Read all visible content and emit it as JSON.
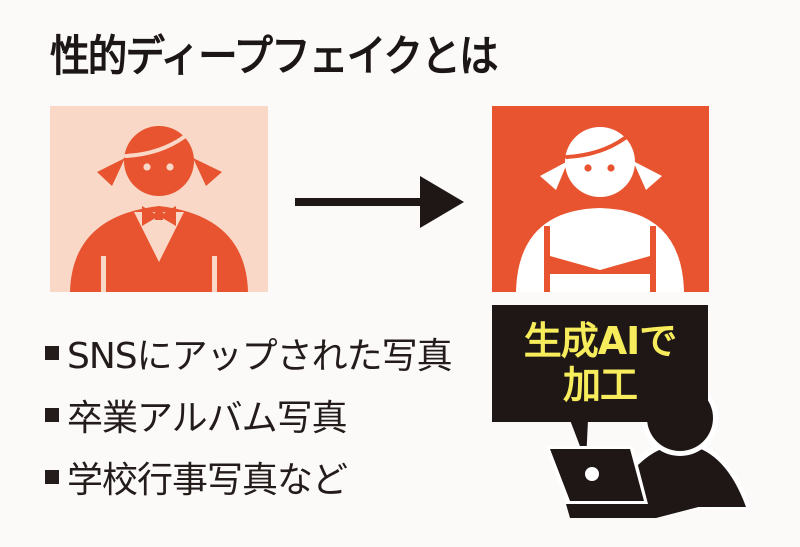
{
  "title": "性的ディープフェイクとは",
  "colors": {
    "accent_orange": "#e8542f",
    "panel_light": "#f9d8c8",
    "dark": "#1e1716",
    "highlight_yellow": "#f7ec5b",
    "background": "#fbfaf9"
  },
  "panels": {
    "left": {
      "label": "original-photo-girl",
      "icon": "girl-uniform-icon"
    },
    "right": {
      "label": "manipulated-image-girl",
      "icon": "girl-altered-icon"
    }
  },
  "arrow": {
    "icon": "arrow-right-icon"
  },
  "sources": {
    "items": [
      {
        "label": "SNSにアップされた写真"
      },
      {
        "label": "卒業アルバム写真"
      },
      {
        "label": "学校行事写真など"
      }
    ]
  },
  "bubble": {
    "line1": "生成AIで",
    "line2": "加工"
  },
  "scene": {
    "icon": "person-with-laptop-icon"
  }
}
